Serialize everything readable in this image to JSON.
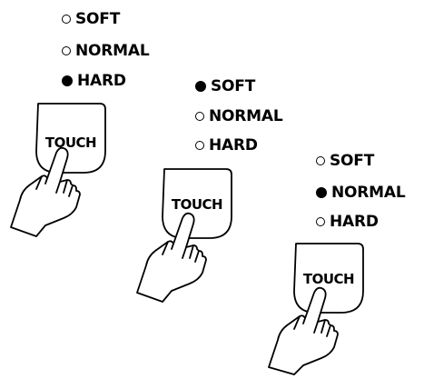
{
  "panels": [
    {
      "options": [
        {
          "label": "SOFT",
          "selected": false
        },
        {
          "label": "NORMAL",
          "selected": false
        },
        {
          "label": "HARD",
          "selected": true
        }
      ],
      "button_label": "TOUCH"
    },
    {
      "options": [
        {
          "label": "SOFT",
          "selected": true
        },
        {
          "label": "NORMAL",
          "selected": false
        },
        {
          "label": "HARD",
          "selected": false
        }
      ],
      "button_label": "TOUCH"
    },
    {
      "options": [
        {
          "label": "SOFT",
          "selected": false
        },
        {
          "label": "NORMAL",
          "selected": true
        },
        {
          "label": "HARD",
          "selected": false
        }
      ],
      "button_label": "TOUCH"
    }
  ]
}
